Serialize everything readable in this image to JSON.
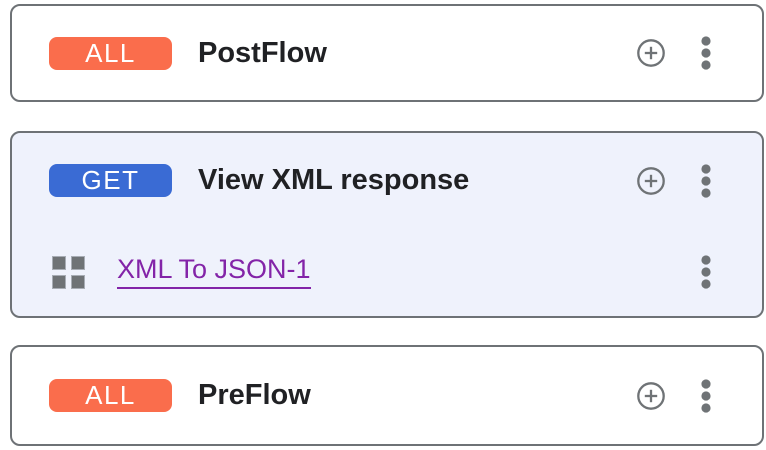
{
  "colors": {
    "orange": "#FA6D4C",
    "blue": "#3A6BD4",
    "card_highlight_bg": "#EFF2FC",
    "border": "#6E7276",
    "text": "#202124",
    "link": "#8324A8",
    "icon": "#6F7376"
  },
  "icons": {
    "add": "plus-circle-icon",
    "menu": "more-vert-icon",
    "policy_step": "grid-icon"
  },
  "cards": [
    {
      "badge": "ALL",
      "badge_style": "orange",
      "title": "PostFlow"
    },
    {
      "badge": "GET",
      "badge_style": "blue",
      "title": "View XML response",
      "highlighted": true,
      "policies": [
        {
          "name": "XML To JSON-1"
        }
      ]
    },
    {
      "badge": "ALL",
      "badge_style": "orange",
      "title": "PreFlow"
    }
  ]
}
